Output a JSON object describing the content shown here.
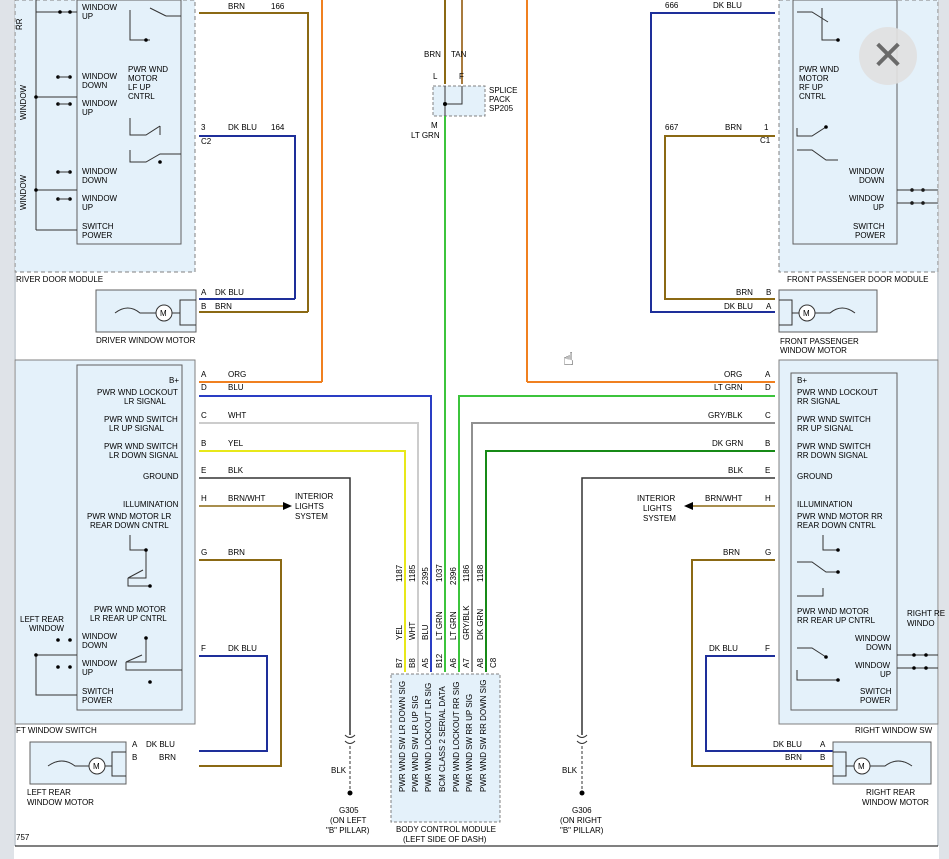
{
  "colors": {
    "page_bg": "#ffffff",
    "module_fill": "#e4f1fa",
    "module_border": "#808080",
    "orange": "#f08020",
    "tan": "#a87b3e",
    "brown": "#8b6914",
    "lt_grn": "#3cc43c",
    "dk_grn": "#178a17",
    "dk_blu": "#1e2f9a",
    "blu": "#2a3ec4",
    "yel": "#e8e81a",
    "wht": "#cccccc",
    "gry": "#909090",
    "blk": "#333333"
  },
  "ui": {
    "close_icon": "✕",
    "cursor_icon": "☝"
  },
  "driver_door": {
    "title": "RIVER DOOR MODULE",
    "side_text_1": "WINDOW",
    "side_text_2": "WINDOW",
    "side_text_3": "RR",
    "window_down_1": "WINDOW",
    "window_down_1b": "DOWN",
    "window_up_1": "WINDOW",
    "window_up_1b": "UP",
    "window_down_2": "WINDOW",
    "window_down_2b": "DOWN",
    "window_up_2": "WINDOW",
    "window_up_2b": "UP",
    "switch_power": "SWITCH",
    "switch_power_b": "POWER",
    "motor_cntrl": [
      "PWR WND",
      "MOTOR",
      "LF UP",
      "CNTRL"
    ],
    "top_window": "WINDOW",
    "top_up": "UP",
    "pin_3": "3",
    "conn_c2": "C2",
    "wire_top": "BRN",
    "wire_top_num": "166",
    "wire_dkblu": "DK BLU",
    "wire_dkblu_num": "164"
  },
  "driver_motor": {
    "label": "DRIVER WINDOW MOTOR",
    "pin_a": "A",
    "pin_b": "B",
    "wire_a": "DK BLU",
    "wire_b": "BRN",
    "m": "M"
  },
  "splice": {
    "lines": [
      "SPLICE",
      "PACK",
      "SP205"
    ],
    "wire_brn": "BRN",
    "wire_tan": "TAN",
    "pin_l": "L",
    "pin_f": "F",
    "pin_m": "M",
    "wire_ltgrn": "LT GRN"
  },
  "passenger_door": {
    "title": "FRONT PASSENGER DOOR MODULE",
    "motor_cntrl": [
      "PWR WND",
      "MOTOR",
      "RF UP",
      "CNTRL"
    ],
    "window_down": "WINDOW",
    "window_down_b": "DOWN",
    "window_up": "WINDOW",
    "window_up_b": "UP",
    "switch_power": "SWITCH",
    "switch_power_b": "POWER",
    "wire_num": "667",
    "wire_brn": "BRN",
    "pin_1": "1",
    "conn_c1": "C1",
    "top_wire_num": "666",
    "top_wire": "DK BLU"
  },
  "passenger_motor": {
    "label_1": "FRONT PASSENGER",
    "label_2": "WINDOW MOTOR",
    "pin_b": "B",
    "pin_a": "A",
    "wire_b": "BRN",
    "wire_a": "DK BLU",
    "m": "M"
  },
  "left_rear_switch": {
    "title": "FT WINDOW SWITCH",
    "pins": [
      {
        "pin": "A",
        "wire": "ORG",
        "label": [
          "B+"
        ]
      },
      {
        "pin": "D",
        "wire": "BLU",
        "label": [
          "PWR WND LOCKOUT",
          "LR SIGNAL"
        ]
      },
      {
        "pin": "C",
        "wire": "WHT",
        "label": [
          "PWR WND SWITCH",
          "LR UP SIGNAL"
        ]
      },
      {
        "pin": "B",
        "wire": "YEL",
        "label": [
          "PWR WND SWITCH",
          "LR DOWN SIGNAL"
        ]
      },
      {
        "pin": "E",
        "wire": "BLK",
        "label": [
          "GROUND"
        ]
      },
      {
        "pin": "H",
        "wire": "BRN/WHT",
        "label": [
          "ILLUMINATION"
        ]
      }
    ],
    "rear_down": [
      "PWR WND MOTOR LR",
      "REAR DOWN CNTRL"
    ],
    "rear_up": [
      "PWR WND MOTOR",
      "LR REAR UP CNTRL"
    ],
    "pin_g": "G",
    "wire_g": "BRN",
    "pin_f": "F",
    "wire_f": "DK BLU",
    "window_down": "WINDOW",
    "window_down_b": "DOWN",
    "window_up": "WINDOW",
    "window_up_b": "UP",
    "switch_power": "SWITCH",
    "switch_power_b": "POWER",
    "left_rear_window": [
      "LEFT REAR",
      "WINDOW"
    ],
    "interior": [
      "INTERIOR",
      "LIGHTS",
      "SYSTEM"
    ]
  },
  "left_rear_motor": {
    "label_1": "LEFT REAR",
    "label_2": "WINDOW MOTOR",
    "pin_a": "A",
    "pin_b": "B",
    "wire_a": "DK BLU",
    "wire_b": "BRN",
    "m": "M"
  },
  "right_rear_switch": {
    "title": "RIGHT WINDOW SW",
    "pins": [
      {
        "pin": "A",
        "wire": "ORG",
        "label": [
          "B+"
        ]
      },
      {
        "pin": "D",
        "wire": "LT GRN",
        "label": [
          "PWR WND LOCKOUT",
          "RR SIGNAL"
        ]
      },
      {
        "pin": "C",
        "wire": "GRY/BLK",
        "label": [
          "PWR WND SWITCH",
          "RR UP SIGNAL"
        ]
      },
      {
        "pin": "B",
        "wire": "DK GRN",
        "label": [
          "PWR WND SWITCH",
          "RR DOWN SIGNAL"
        ]
      },
      {
        "pin": "E",
        "wire": "BLK",
        "label": [
          "GROUND"
        ]
      },
      {
        "pin": "H",
        "wire": "BRN/WHT",
        "label": [
          "ILLUMINATION"
        ]
      }
    ],
    "rear_down": [
      "PWR WND MOTOR RR",
      "REAR DOWN CNTRL"
    ],
    "rear_up": [
      "PWR WND MOTOR",
      "RR REAR UP CNTRL"
    ],
    "pin_g": "G",
    "wire_g": "BRN",
    "pin_f": "F",
    "wire_f": "DK BLU",
    "window_down": "WINDOW",
    "window_down_b": "DOWN",
    "window_up": "WINDOW",
    "window_up_b": "UP",
    "switch_power": "SWITCH",
    "switch_power_b": "POWER",
    "right_rear_window": [
      "RIGHT RE",
      "WINDO"
    ],
    "interior": [
      "INTERIOR",
      "LIGHTS",
      "SYSTEM"
    ]
  },
  "right_rear_motor": {
    "label_1": "RIGHT REAR",
    "label_2": "WINDOW MOTOR",
    "pin_a": "A",
    "pin_b": "B",
    "wire_a": "DK BLU",
    "wire_b": "BRN",
    "m": "M"
  },
  "bcm": {
    "label_1": "BODY CONTROL MODULE",
    "label_2": "(LEFT SIDE OF DASH)",
    "circuits": [
      "1187",
      "1185",
      "2395",
      "1037",
      "2396",
      "1186",
      "1188"
    ],
    "wires": [
      "YEL",
      "WHT",
      "BLU",
      "LT GRN",
      "LT GRN",
      "GRY/BLK",
      "DK GRN"
    ],
    "pins": [
      "B7",
      "B8",
      "A5",
      "B12",
      "A6",
      "A7",
      "A8",
      "C8"
    ],
    "signals": [
      "PWR WND SW LR DOWN SIG",
      "PWR WND SW LR UP SIG",
      "PWR WND LOCKOUT LR SIG",
      "BCM CLASS 2 SERIAL DATA",
      "PWR WND LOCKOUT RR SIG",
      "PWR WND SW RR UP SIG",
      "PWR WND SW RR DOWN SIG"
    ]
  },
  "grounds": {
    "left": {
      "wire": "BLK",
      "lines": [
        "G305",
        "(ON LEFT",
        "\"B\" PILLAR)"
      ]
    },
    "right": {
      "wire": "BLK",
      "lines": [
        "G306",
        "(ON RIGHT",
        "\"B\" PILLAR)"
      ]
    }
  },
  "page_number": "757"
}
